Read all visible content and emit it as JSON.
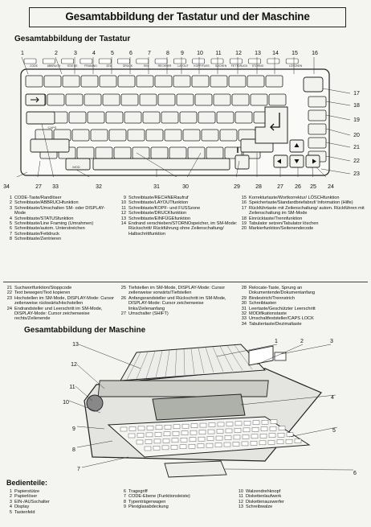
{
  "title": "Gesamtabbildung der Tastatur und der Maschine",
  "keyboard_heading": "Gesamtabbildung der Tastatur",
  "machine_heading": "Gesamtabbildung der Maschine",
  "parts_heading": "Bedienteile:",
  "top_callouts": [
    "1",
    "2",
    "3",
    "4",
    "5",
    "6",
    "7",
    "8",
    "9",
    "10",
    "11",
    "12",
    "13",
    "14",
    "15",
    "16"
  ],
  "top_key_labels": [
    "CODE",
    "ABBRUCH",
    "STATUS",
    "FRAMING",
    "ZEIL",
    "DRUCK",
    "EIN",
    "RECHNER",
    "LAYOUT",
    "KOPF/FUSS",
    "SUCHEN",
    "FETTDRUCK",
    "STORNO",
    "LÖSCHEN"
  ],
  "right_callouts": [
    "17",
    "18",
    "19",
    "20",
    "21",
    "22",
    "23"
  ],
  "bottom_callouts": [
    "34",
    "27",
    "33",
    "32",
    "31",
    "30",
    "29",
    "28",
    "27",
    "26",
    "25",
    "24"
  ],
  "key_mod_label": "MOD",
  "key_caps_label": "CAPS",
  "legend_a": [
    {
      "n": "1",
      "t": "CODE-Taste/Randlöser"
    },
    {
      "n": "2",
      "t": "Schreibtaste/ABBRUCHfunktion"
    },
    {
      "n": "3",
      "t": "Schreibtaste/Umschalten SM- oder DISPLAY-Mode"
    },
    {
      "n": "4",
      "t": "Schreibtaste/STATUSfunktion"
    },
    {
      "n": "5",
      "t": "Schreibtaste/Line Framing (Umrahmen)"
    },
    {
      "n": "6",
      "t": "Schreibtaste/autom. Unterstreichen"
    },
    {
      "n": "7",
      "t": "Schreibtaste/Fettdruck"
    },
    {
      "n": "8",
      "t": "Schreibtaste/Zentrieren"
    }
  ],
  "legend_b": [
    {
      "n": "9",
      "t": "Schreibtaste/RECHNERaufruf"
    },
    {
      "n": "10",
      "t": "Schreibtaste/LAYOUTfunktion"
    },
    {
      "n": "11",
      "t": "Schreibtaste/KOPF- und FUSSzone"
    },
    {
      "n": "12",
      "t": "Schreibtaste/DRUCKfunktion"
    },
    {
      "n": "13",
      "t": "Schreibtaste/EINFÜGEfunktion"
    },
    {
      "n": "14",
      "t": "Endrand verschieben/STORNOspeicher, im SM-Mode: Rückschritt/ Rückführung ohne Zeilenschaltung/ Halbschrittfunktion"
    }
  ],
  "legend_c": [
    {
      "n": "15",
      "t": "Korrekturtaste/Wortkorrektur/ LÖSCHfunktion"
    },
    {
      "n": "16",
      "t": "Speichertaste/Standardbriefabruf/ Information (Hilfe)"
    },
    {
      "n": "17",
      "t": "Rückführtaste mit Zeilenschaltung/ autom. Rückführen mit Zeilenschaltung im SM-Mode"
    },
    {
      "n": "18",
      "t": "Einrücktaste/Trennfunktion"
    },
    {
      "n": "19",
      "t": "Tabulator setzen/Tabulator löschen"
    },
    {
      "n": "20",
      "t": "Markierfunktion/Seitenendecode"
    }
  ],
  "legend_d": [
    {
      "n": "21",
      "t": "Suchwortfunktion/Stoppcode"
    },
    {
      "n": "22",
      "t": "Text bewegen/Text kopieren"
    },
    {
      "n": "23",
      "t": "Hochstellen im SM-Mode, DISPLAY-Mode: Cursor zeilenweise rückwärts/Hochstellen"
    },
    {
      "n": "24",
      "t": "Endrandsteller und Leerschritt im SM-Mode, DISPLAY-Mode: Cursor zeichenweise rechts/Zeilenende"
    }
  ],
  "legend_e": [
    {
      "n": "25",
      "t": "Tiefstellen im SM-Mode, DISPLAY-Mode: Cursor zeilenweise vorwärts/Tiefstellen"
    },
    {
      "n": "26",
      "t": "Anfangsrandsteller und Rückschritt im SM-Mode, DISPLAY-Mode: Cursor zeichenweise links/Zeilenanfang"
    },
    {
      "n": "27",
      "t": "Umschalter (SHIFT)"
    }
  ],
  "legend_f": [
    {
      "n": "28",
      "t": "Relocate-Taste, Sprung an Dokumentende/Dokumentanfang"
    },
    {
      "n": "29",
      "t": "Bindestrich/Trennstrich"
    },
    {
      "n": "30",
      "t": "Schreibtasten"
    },
    {
      "n": "31",
      "t": "Leertaste/Geschützter Leerschritt"
    },
    {
      "n": "32",
      "t": "MODifikationstaste"
    },
    {
      "n": "33",
      "t": "Umschaltfeststeller/CAPS LOCK"
    },
    {
      "n": "34",
      "t": "Tabuliertaste/Dezimaltaste"
    }
  ],
  "machine_callouts": [
    "13",
    "12",
    "11",
    "10",
    "9",
    "8",
    "7",
    "1",
    "2",
    "3",
    "4",
    "5",
    "6"
  ],
  "parts_a": [
    {
      "n": "1",
      "t": "Papierstütze"
    },
    {
      "n": "2",
      "t": "Papierlöser"
    },
    {
      "n": "3",
      "t": "EIN-/AUSschalter"
    },
    {
      "n": "4",
      "t": "Display"
    },
    {
      "n": "5",
      "t": "Tastenfeld"
    }
  ],
  "parts_b": [
    {
      "n": "6",
      "t": "Tragegriff"
    },
    {
      "n": "7",
      "t": "CODE-Ebene (Funktionsleiste)"
    },
    {
      "n": "8",
      "t": "Typenträgerwagen"
    },
    {
      "n": "9",
      "t": "Plexiglasabdeckung"
    }
  ],
  "parts_c": [
    {
      "n": "10",
      "t": "Walzendrehknopf"
    },
    {
      "n": "11",
      "t": "Diskettenlaufwerk"
    },
    {
      "n": "12",
      "t": "Diskettenauswerfer"
    },
    {
      "n": "13",
      "t": "Schreibwalze"
    }
  ]
}
